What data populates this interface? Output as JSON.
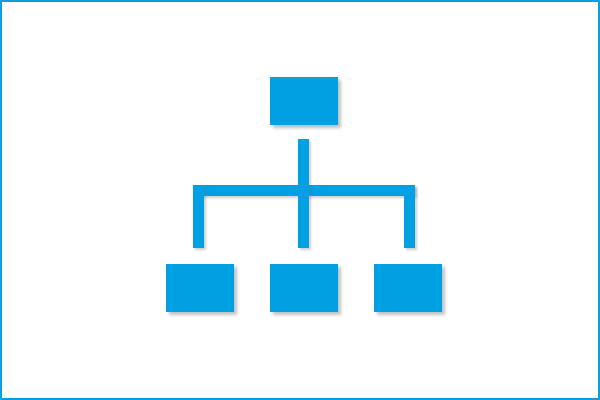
{
  "diagram": {
    "type": "hierarchy-tree",
    "icon": "org-chart-icon",
    "colors": {
      "frame": "#0a9ee0",
      "node": "#00a0e3",
      "background": "#ffffff"
    },
    "levels": [
      {
        "nodes": 1
      },
      {
        "nodes": 3
      }
    ]
  }
}
